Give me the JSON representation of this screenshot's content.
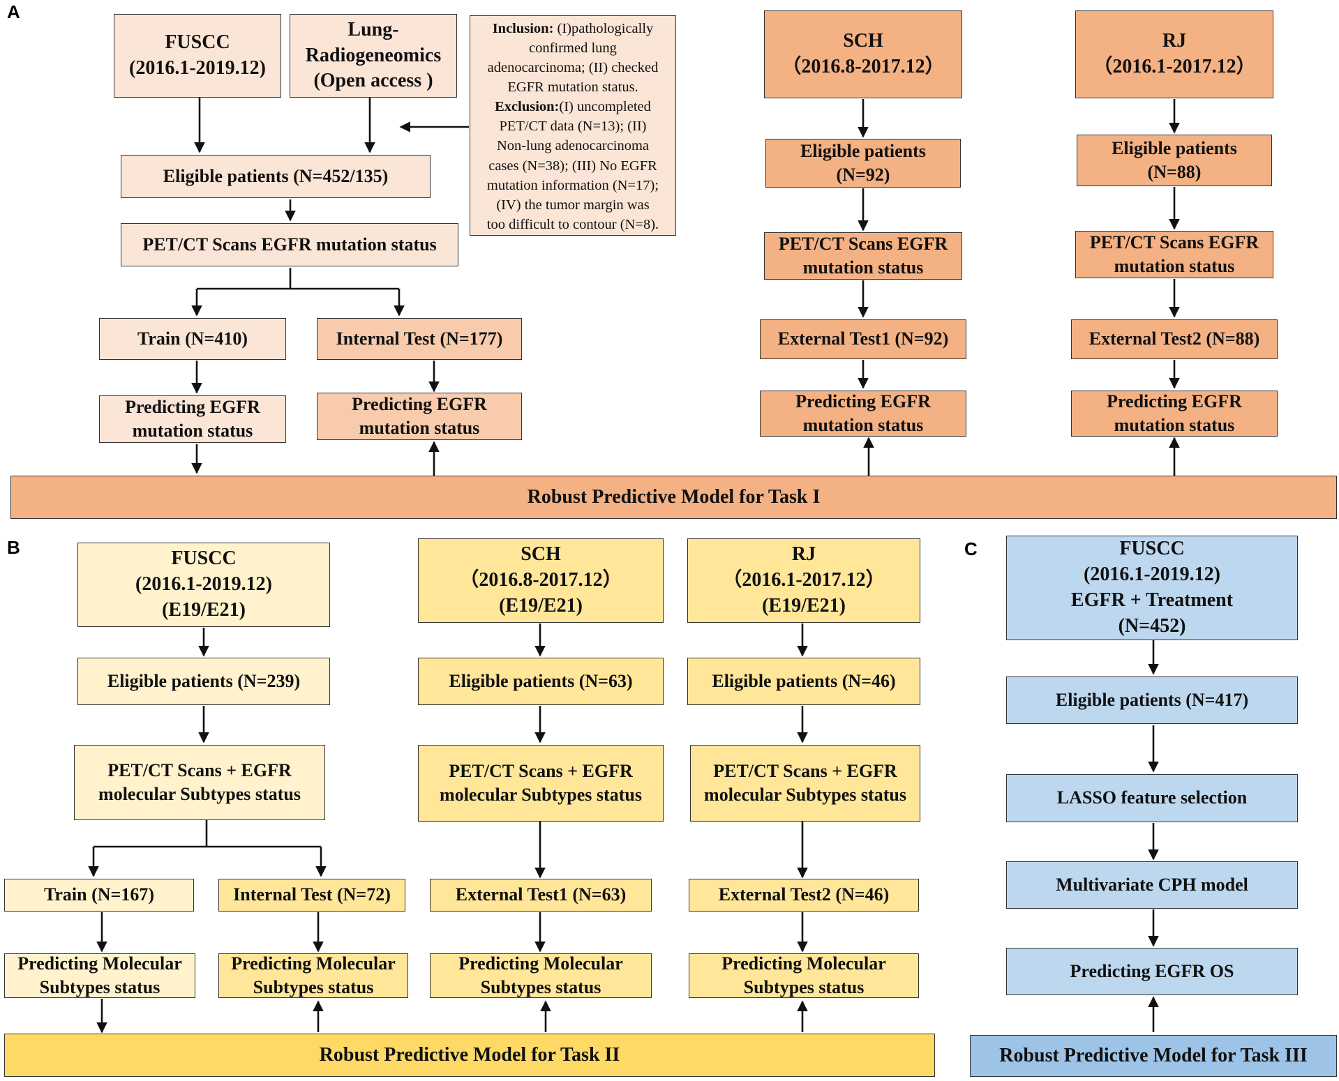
{
  "panels": {
    "a": {
      "label": "A"
    },
    "b": {
      "label": "B"
    },
    "c": {
      "label": "C"
    }
  },
  "a": {
    "fuscc": {
      "l1": "FUSCC",
      "l2": "(2016.1-2019.12)"
    },
    "lung": {
      "l1": "Lung-",
      "l2": "Radiogeneomics",
      "l3": "(Open access )"
    },
    "note": {
      "inclusion_head": "Inclusion:",
      "inclusion_1": "(I)pathologically",
      "inclusion_2": "confirmed lung",
      "inclusion_3": "adenocarcinoma; (II) checked",
      "inclusion_4": "EGFR  mutation status.",
      "exclusion_head": "Exclusion:",
      "exclusion_1": "(I) uncompleted",
      "exclusion_2": "PET/CT  data (N=13); (II)",
      "exclusion_3": "Non-lung adenocarcinoma",
      "exclusion_4": "cases  (N=38); (III) No EGFR",
      "exclusion_5": "mutation information (N=17);",
      "exclusion_6": "(IV) the tumor margin was",
      "exclusion_7": "too difficult to contour (N=8)."
    },
    "eligible": "Eligible patients  (N=452/135)",
    "pet": "PET/CT Scans EGFR mutation status",
    "train": "Train (N=410)",
    "internal": "Internal Test  (N=177)",
    "pred_train": {
      "l1": "Predicting  EGFR",
      "l2": "mutation status"
    },
    "pred_internal": {
      "l1": "Predicting  EGFR",
      "l2": "mutation status"
    },
    "sch": {
      "l1": "SCH",
      "l2": "（2016.8-2017.12）",
      "elig1": "Eligible patients",
      "elig2": "(N=92)",
      "pet1": "PET/CT Scans EGFR",
      "pet2": "mutation status",
      "test": "External   Test1 (N=92)",
      "pred1": "Predicting  EGFR",
      "pred2": "mutation status"
    },
    "rj": {
      "l1": "RJ",
      "l2": "（2016.1-2017.12）",
      "elig1": "Eligible patients",
      "elig2": "(N=88)",
      "pet1": "PET/CT Scans EGFR",
      "pet2": "mutation status",
      "test": "External   Test2 (N=88)",
      "pred1": "Predicting  EGFR",
      "pred2": "mutation status"
    },
    "model": "Robust Predictive Model for Task I"
  },
  "b": {
    "fuscc": {
      "l1": "FUSCC",
      "l2": "(2016.1-2019.12)",
      "l3": "(E19/E21)",
      "elig": "Eligible patients   (N=239)",
      "pet1": "PET/CT Scans + EGFR",
      "pet2": "molecular Subtypes status"
    },
    "train": "Train (N=167)",
    "internal": "Internal Test (N=72)",
    "pred_train": {
      "l1": "Predicting  Molecular",
      "l2": "Subtypes status"
    },
    "pred_internal": {
      "l1": "Predicting  Molecular",
      "l2": "Subtypes status"
    },
    "sch": {
      "l1": "SCH",
      "l2": "（2016.8-2017.12）",
      "l3": "(E19/E21)",
      "elig": "Eligible patients (N=63)",
      "pet1": "PET/CT Scans + EGFR",
      "pet2": "molecular Subtypes status",
      "test": "External   Test1 (N=63)",
      "pred1": "Predicting  Molecular",
      "pred2": "Subtypes status"
    },
    "rj": {
      "l1": "RJ",
      "l2": "（2016.1-2017.12）",
      "l3": "(E19/E21)",
      "elig": "Eligible patients (N=46)",
      "pet1": "PET/CT Scans + EGFR",
      "pet2": "molecular Subtypes status",
      "test": "External   Test2 (N=46)",
      "pred1": "Predicting  Molecular",
      "pred2": "Subtypes status"
    },
    "model": "Robust Predictive Model for Task  II"
  },
  "c": {
    "fuscc": {
      "l1": "FUSCC",
      "l2": "(2016.1-2019.12)",
      "l3": "EGFR + Treatment",
      "l4": "(N=452)"
    },
    "eligible": "Eligible patients (N=417)",
    "lasso": "LASSO feature selection",
    "cph": "Multivariate CPH model",
    "pred": "Predicting   EGFR  OS",
    "model": "Robust Predictive Model for Task  III"
  },
  "colors": {
    "panel_a_light": "#fbe5d6",
    "panel_a_mid": "#f8cbad",
    "panel_a_dark": "#f4b183",
    "panel_b_light": "#fff2cc",
    "panel_b_mid": "#ffe699",
    "panel_b_dark": "#ffd966",
    "panel_c_light": "#bdd7ee",
    "panel_c_dark": "#9dc3e6"
  }
}
